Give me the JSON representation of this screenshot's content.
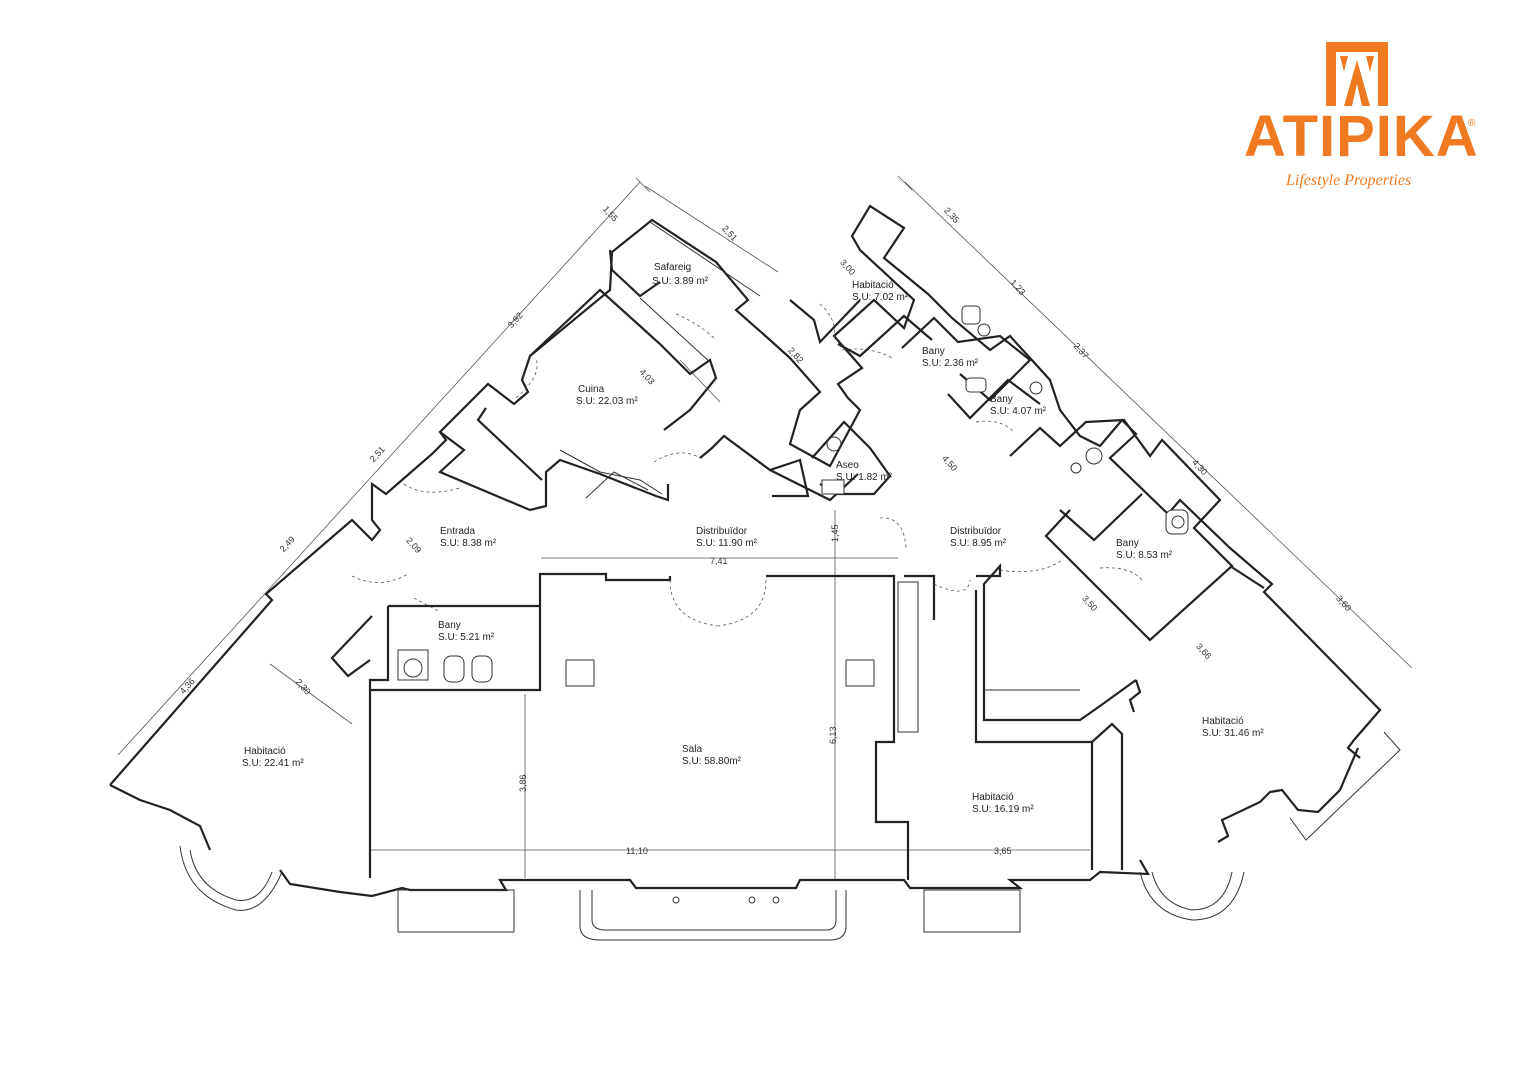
{
  "brand": {
    "name": "ATIPIKA",
    "registered": "®",
    "tagline": "Lifestyle Properties",
    "color": "#f07a22"
  },
  "rooms": [
    {
      "name": "Safareig",
      "area": "S.U: 3.89 m²"
    },
    {
      "name": "Habitació",
      "area": "S.U: 7.02 m²"
    },
    {
      "name": "Bany",
      "area": "S.U: 2.36 m²"
    },
    {
      "name": "Bany",
      "area": "S.U: 4.07 m²"
    },
    {
      "name": "Cuina",
      "area": "S.U: 22.03 m²"
    },
    {
      "name": "Aseo",
      "area": "S.U: 1.82 m²"
    },
    {
      "name": "Entrada",
      "area": "S.U: 8.38 m²"
    },
    {
      "name": "Distribuïdor",
      "area": "S.U: 11.90 m²"
    },
    {
      "name": "Distribuïdor",
      "area": "S.U: 8.95 m²"
    },
    {
      "name": "Bany",
      "area": "S.U: 8.53 m²"
    },
    {
      "name": "Bany",
      "area": "S.U: 5.21 m²"
    },
    {
      "name": "Habitació",
      "area": "S.U: 22.41 m²"
    },
    {
      "name": "Sala",
      "area": "S.U: 58.80m²"
    },
    {
      "name": "Habitació",
      "area": "S.U: 16.19 m²"
    },
    {
      "name": "Habitació",
      "area": "S.U: 31.46 m²"
    }
  ],
  "dimensions": [
    "1,55",
    "2,51",
    "3,92",
    "4,03",
    "2,51",
    "2,49",
    "2,09",
    "4,36",
    "2,30",
    "2,35",
    "3,00",
    "1,23",
    "2,37",
    "2,82",
    "4,50",
    "4,30",
    "1,45",
    "7,41",
    "3,50",
    "3,60",
    "3,66",
    "6,13",
    "3,86",
    "11,10",
    "3,65"
  ]
}
